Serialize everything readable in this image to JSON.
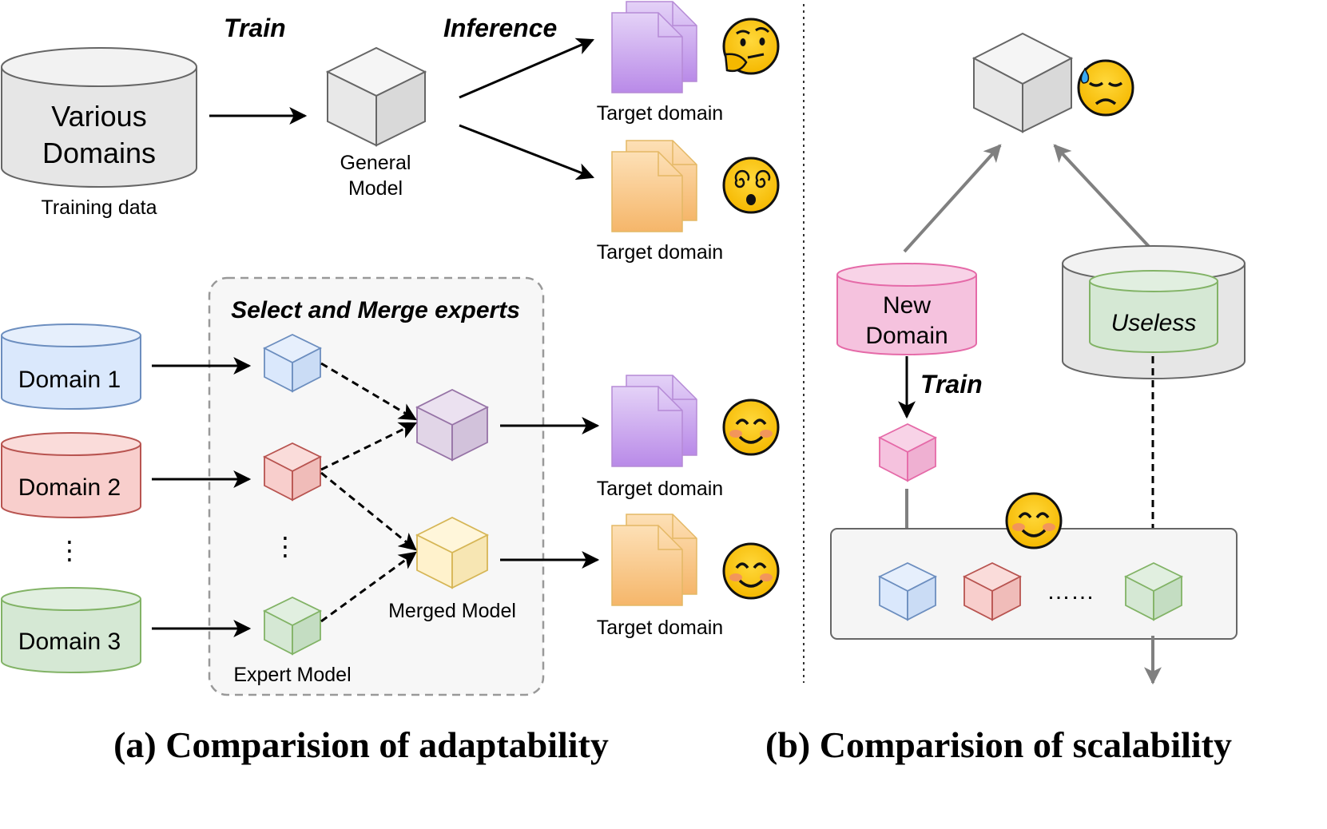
{
  "diagram": {
    "left": {
      "train_label": "Train",
      "inference_label": "Inference",
      "training_db_text": [
        "Various",
        "Domains"
      ],
      "training_db_caption": "Training data",
      "general_model_caption": [
        "General",
        "Model"
      ],
      "target_domain_label": "Target domain",
      "select_merge_title": "Select and Merge experts",
      "domains": [
        "Domain 1",
        "Domain 2",
        "Domain 3"
      ],
      "vdots": "⋮",
      "expert_model_caption": "Expert Model",
      "merged_model_caption": "Merged Model",
      "caption": "(a) Comparision of adaptability"
    },
    "right": {
      "new_domain_text": [
        "New",
        "Domain"
      ],
      "train_label": "Train",
      "useless_text": "Useless",
      "ellipsis": "……",
      "caption": "(b) Comparision of scalability"
    },
    "colors": {
      "gray": "#e6e6e6",
      "blue": "#dae8fc",
      "red": "#f8cecc",
      "green": "#d5e8d4",
      "purple": "#e1d5e7",
      "yellow": "#fff2cc",
      "pink": "#f5c2de",
      "purple_doc": "#c69cef",
      "orange_doc": "#f9c78a"
    },
    "emoji": {
      "thinking": "thinking-face-icon",
      "dizzy": "dizzy-face-icon",
      "smile": "smiling-face-icon",
      "sad_sweat": "downcast-sweat-face-icon"
    }
  }
}
